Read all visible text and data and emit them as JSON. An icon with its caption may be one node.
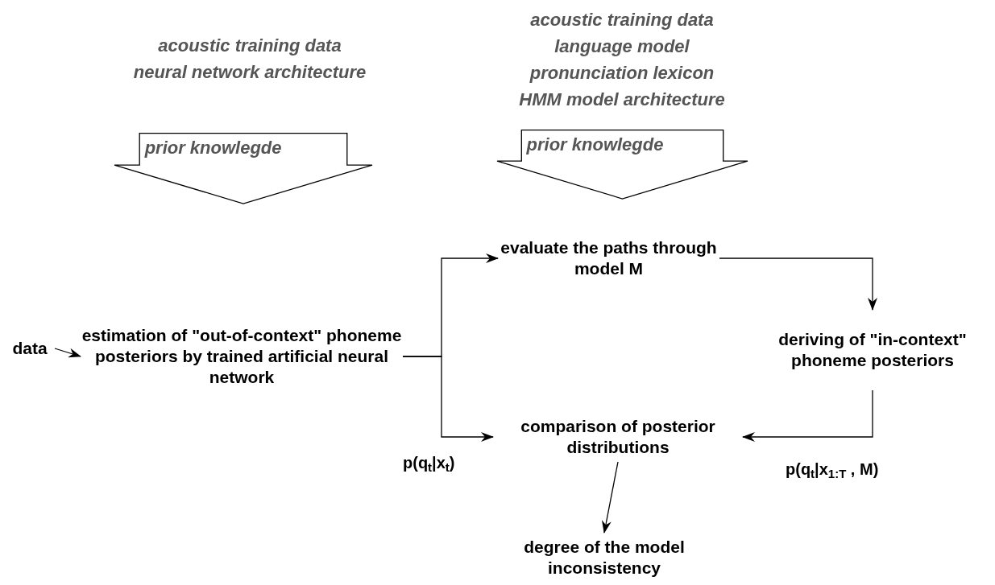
{
  "diagram": {
    "nodes": [
      {
        "text": [
          "prior knowlegde"
        ],
        "beside": [
          "acoustic training data",
          "neural network architecture"
        ]
      },
      {
        "text": [
          "prior knowlegde"
        ],
        "beside": [
          "acoustic training data",
          "language model",
          "pronunciation lexicon",
          "HMM model architecture"
        ]
      },
      {
        "text": [
          "data"
        ]
      },
      {
        "text": [
          "estimation of \"out-of-context\" phoneme posteriors by trained artificial neural network"
        ]
      },
      {
        "text": [
          "evaluate the paths through model M"
        ]
      },
      {
        "text": [
          "deriving of \"in-context\" phoneme posteriors"
        ]
      },
      {
        "text": [
          "comparison of posterior distributions"
        ]
      },
      {
        "text": [
          "degree of the model inconsistency"
        ]
      }
    ],
    "edges": [
      {
        "from": 2,
        "to": 3,
        "arrow": "to"
      },
      {
        "from": 3,
        "to": 4,
        "arrow": "to"
      },
      {
        "from": 3,
        "to": 6,
        "arrow": "to",
        "label": "p(q$_{t}$|x$_{t}$)"
      },
      {
        "from": 4,
        "to": 5,
        "arrow": "to"
      },
      {
        "from": 5,
        "to": 6,
        "arrow": "to",
        "label": "p(q$_{t}$|x$_{1:T}$ , M)"
      },
      {
        "from": 6,
        "to": 7,
        "arrow": "to"
      }
    ]
  }
}
